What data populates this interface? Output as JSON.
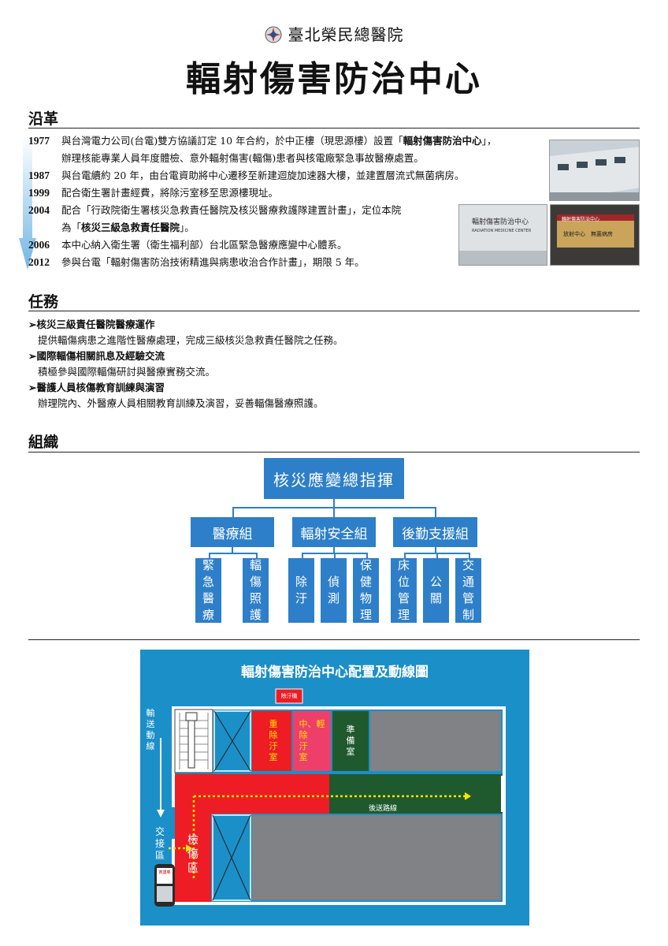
{
  "header": {
    "hospital": "臺北榮民總醫院",
    "title": "輻射傷害防治中心"
  },
  "history": {
    "heading": "沿革",
    "entries": [
      {
        "year": "1977",
        "pre": "與台灣電力公司(台電)雙方協議訂定 10 年合約，於中正樓（現思源樓）設置「",
        "bold": "輻射傷害防治中心",
        "post": "」，"
      },
      {
        "year": "",
        "pre": "辦理核能專業人員年度體檢、意外輻射傷害(輻傷)患者與核電廠緊急事故醫療處置。",
        "bold": "",
        "post": ""
      },
      {
        "year": "1987",
        "pre": "與台電續約 20 年，由台電資助將中心遷移至新建迴旋加速器大樓，並建置層流式無菌病房。",
        "bold": "",
        "post": ""
      },
      {
        "year": "1999",
        "pre": "配合衛生署計畫經費，將除污室移至思源樓現址。",
        "bold": "",
        "post": ""
      },
      {
        "year": "2004",
        "pre": "配合「行政院衛生署核災急救責任醫院及核災醫療救護隊建置計畫」，定位本院",
        "bold": "",
        "post": ""
      },
      {
        "year": "",
        "pre": "為「",
        "bold": "核災三級急救責任醫院",
        "post": "」。"
      },
      {
        "year": "2006",
        "pre": "本中心納入衛生署（衛生福利部）台北區緊急醫療應變中心體系。",
        "bold": "",
        "post": ""
      },
      {
        "year": "2012",
        "pre": "參與台電「輻射傷害防治技術精進與病患收治合作計畫」，期限 5 年。",
        "bold": "",
        "post": ""
      }
    ],
    "photos": {
      "sign_text": "輻射傷害防治中心",
      "sign_subtext": "RADIATION MEDICINE CENTER",
      "plaque_text": "輻射傷害防治中心",
      "plaque_sub": "放射中心　無菌病房"
    }
  },
  "tasks": {
    "heading": "任務",
    "items": [
      {
        "title": "核災三級責任醫院醫療運作",
        "desc": "提供輻傷病患之進階性醫療處理，完成三級核災急救責任醫院之任務。"
      },
      {
        "title": "國際輻傷相關訊息及經驗交流",
        "desc": "積極參與國際輻傷研討與醫療實務交流。"
      },
      {
        "title": "醫護人員核傷教育訓練與演習",
        "desc": "辦理院內、外醫療人員相關教育訓練及演習，妥善輻傷醫療照護。"
      }
    ],
    "bullet": "➢"
  },
  "org": {
    "heading": "組織",
    "top": "核災應變總指揮",
    "groups": [
      {
        "name": "醫療組",
        "leaves": [
          "緊急醫療",
          "輻傷照護"
        ]
      },
      {
        "name": "輻射安全組",
        "leaves": [
          "除汙",
          "偵測",
          "保健物理"
        ]
      },
      {
        "name": "後勤支援組",
        "leaves": [
          "床位管理",
          "公關",
          "交通管制"
        ]
      }
    ]
  },
  "plan": {
    "title": "輻射傷害防治中心配置及動線圖",
    "transport_label": "輸送動線",
    "handover_label": "交接區",
    "ambulance_label": "救護車",
    "rooms": {
      "top_small": "除汙機",
      "heavy": "重除汙室",
      "medium": "中、輕除汙室",
      "prep": "準備室",
      "triage": "檢傷區",
      "route": "後送路線"
    },
    "colors": {
      "bg": "#1b8fc8",
      "red": "#ee1c24",
      "pink": "#ee3f6a",
      "green": "#1f5a2e",
      "gray": "#808285",
      "arrow": "#ffe400"
    }
  }
}
